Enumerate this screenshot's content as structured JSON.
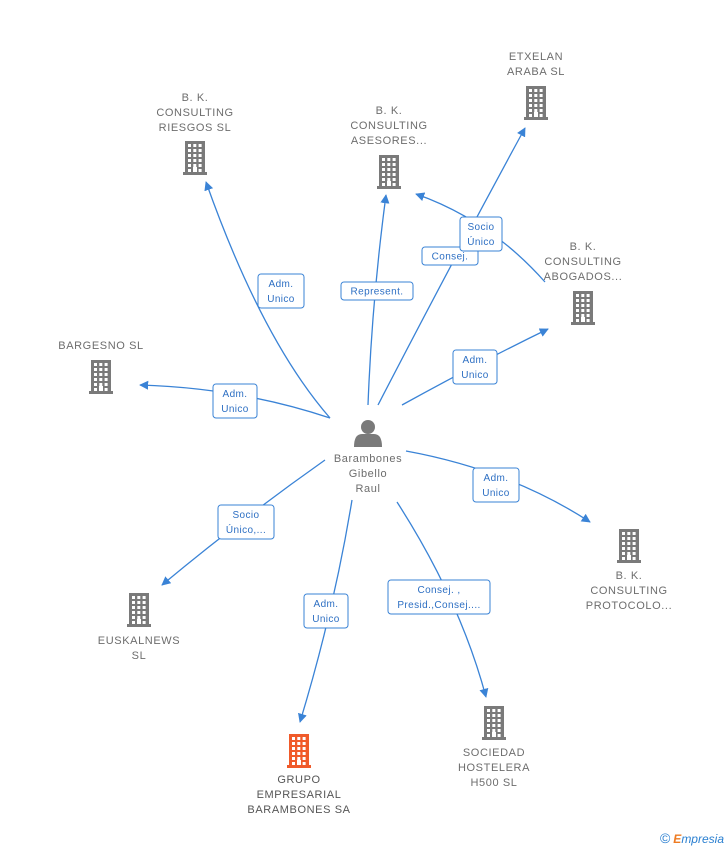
{
  "colors": {
    "edge": "#3a83d6",
    "edge_text": "#2d6fc3",
    "company_icon": "#7a7a7a",
    "company_highlight": "#f05a2a",
    "person_icon": "#7a7a7a"
  },
  "center": {
    "name_lines": [
      "Barambones",
      "Gibello",
      "Raul"
    ],
    "icon": "person-icon"
  },
  "companies": [
    {
      "id": "bk-riesgos",
      "lines": [
        "B. K.",
        "CONSULTING",
        "RIESGOS SL"
      ],
      "label_pos": "above",
      "highlight": false
    },
    {
      "id": "bk-asesores",
      "lines": [
        "B. K.",
        "CONSULTING",
        "ASESORES..."
      ],
      "label_pos": "above",
      "highlight": false
    },
    {
      "id": "etxelan",
      "lines": [
        "ETXELAN",
        "ARABA SL"
      ],
      "label_pos": "above",
      "highlight": false
    },
    {
      "id": "bk-abogados",
      "lines": [
        "B. K.",
        "CONSULTING",
        "ABOGADOS..."
      ],
      "label_pos": "above",
      "highlight": false
    },
    {
      "id": "bargesno",
      "lines": [
        "BARGESNO SL"
      ],
      "label_pos": "above",
      "highlight": false
    },
    {
      "id": "bk-protocolo",
      "lines": [
        "B. K.",
        "CONSULTING",
        "PROTOCOLO..."
      ],
      "label_pos": "below",
      "highlight": false
    },
    {
      "id": "euskalnews",
      "lines": [
        "EUSKALNEWS",
        "SL"
      ],
      "label_pos": "below",
      "highlight": false
    },
    {
      "id": "grupo",
      "lines": [
        "GRUPO",
        "EMPRESARIAL",
        "BARAMBONES SA"
      ],
      "label_pos": "below",
      "highlight": true
    },
    {
      "id": "sociedad",
      "lines": [
        "SOCIEDAD",
        "HOSTELERA",
        "H500 SL"
      ],
      "label_pos": "below",
      "highlight": false
    }
  ],
  "relations": [
    {
      "target": "bk-riesgos",
      "label_lines": [
        "Adm.",
        "Unico"
      ]
    },
    {
      "target": "bk-asesores",
      "label_lines": [
        "Represent."
      ]
    },
    {
      "target": "etxelan",
      "label_lines": [
        "Consej."
      ]
    },
    {
      "target": "bk-asesores",
      "source": "bk-abogados",
      "label_lines": [
        "Socio",
        "Único"
      ]
    },
    {
      "target": "bk-abogados",
      "label_lines": [
        "Adm.",
        "Unico"
      ]
    },
    {
      "target": "bargesno",
      "label_lines": [
        "Adm.",
        "Unico"
      ]
    },
    {
      "target": "bk-protocolo",
      "label_lines": [
        "Adm.",
        "Unico"
      ]
    },
    {
      "target": "euskalnews",
      "label_lines": [
        "Socio",
        "Único,..."
      ]
    },
    {
      "target": "grupo",
      "label_lines": [
        "Adm.",
        "Unico"
      ]
    },
    {
      "target": "sociedad",
      "label_lines": [
        "Consej. ,",
        "Presid.,Consej...."
      ]
    }
  ],
  "copyright": {
    "symbol": "©",
    "brand_initial": "E",
    "brand_rest": "mpresia"
  }
}
